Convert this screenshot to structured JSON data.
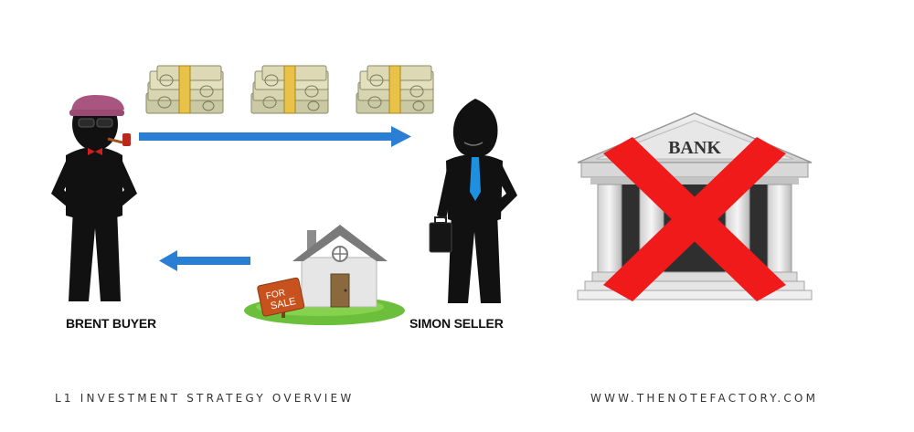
{
  "people": {
    "buyer_name": "BRENT BUYER",
    "seller_name": "SIMON SELLER"
  },
  "house_sign": {
    "line1": "FOR",
    "line2": "SALE"
  },
  "bank": {
    "label": "BANK"
  },
  "footer": {
    "left": "L1  INVESTMENT STRATEGY OVERVIEW",
    "right": "WWW.THENOTEFACTORY.COM"
  },
  "colors": {
    "arrow": "#2a7fd4",
    "cross": "#f01a1a",
    "tie": "#1e90e0",
    "hat": "#a8567f",
    "house_roof": "#7a7a7a",
    "grass": "#6cbf3a",
    "sign": "#c8521e"
  }
}
